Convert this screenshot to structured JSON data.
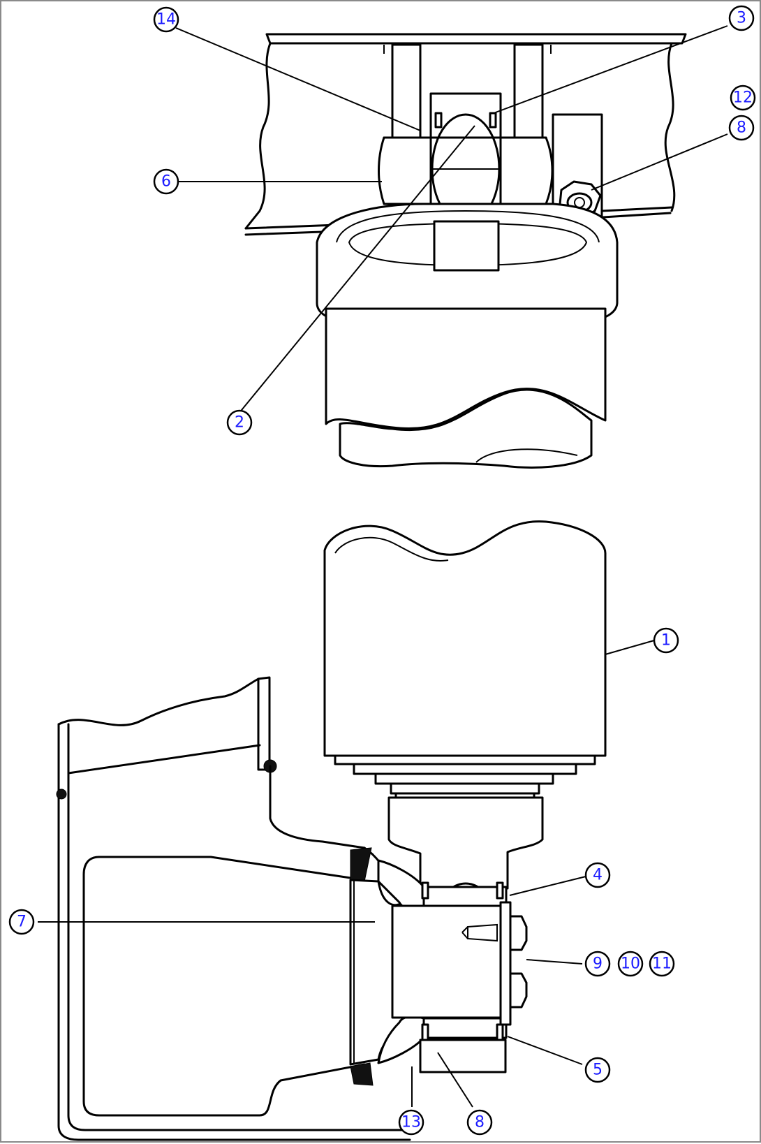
{
  "colors": {
    "callout_text": "#1a1aff",
    "line": "#000000",
    "background": "#ffffff",
    "frame": "#8a8a8a"
  },
  "callouts": {
    "c1": "1",
    "c2": "2",
    "c3": "3",
    "c4": "4",
    "c5": "5",
    "c6": "6",
    "c7": "7",
    "c8_top": "8",
    "c8_bottom": "8",
    "c9": "9",
    "c10": "10",
    "c11": "11",
    "c12": "12",
    "c13": "13",
    "c14": "14"
  }
}
